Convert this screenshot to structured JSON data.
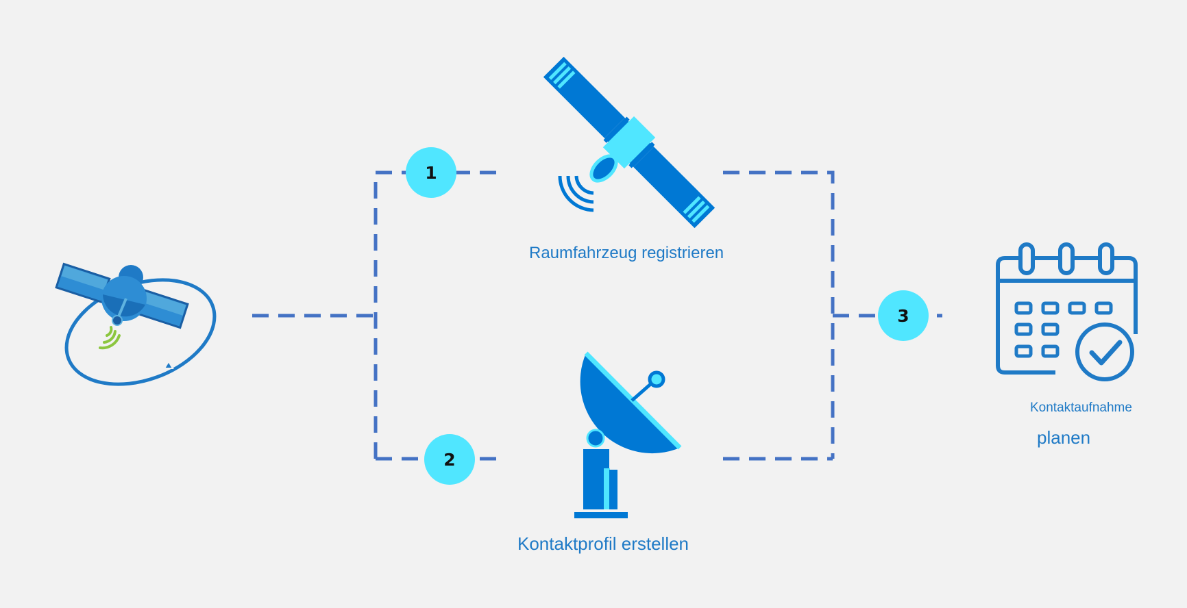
{
  "steps": [
    {
      "number": "1"
    },
    {
      "number": "2"
    },
    {
      "number": "3"
    }
  ],
  "labels": {
    "register_spacecraft": "Raumfahrzeug registrieren",
    "create_contact_profile": "Kontaktprofil erstellen",
    "schedule_contact_line1": "Kontaktaufnahme",
    "schedule_contact_line2": "planen"
  },
  "icons": {
    "source": "orbital-satellite-icon",
    "spacecraft": "satellite-icon",
    "ground_station": "satellite-dish-icon",
    "schedule": "calendar-check-icon"
  },
  "colors": {
    "background": "#f2f2f2",
    "connector": "#4472c4",
    "step_badge": "#50e6ff",
    "primary_blue": "#0078d4",
    "label_blue": "#1f7ac6",
    "signal_green": "#8cc63f"
  }
}
